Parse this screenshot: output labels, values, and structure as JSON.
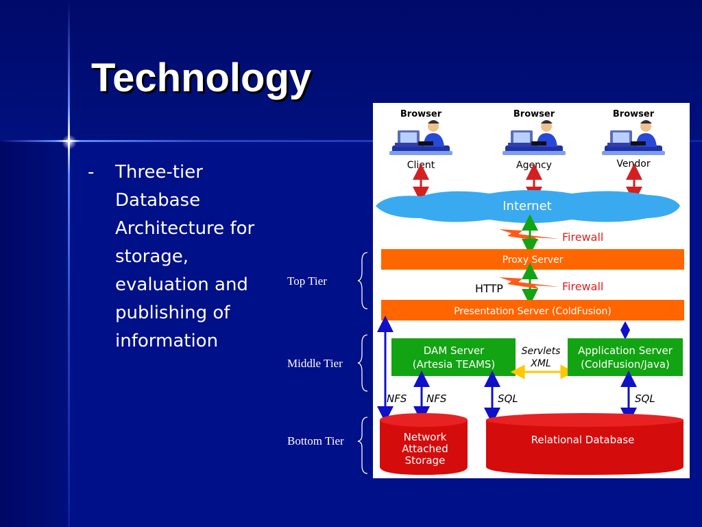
{
  "slide": {
    "title": "Technology",
    "bullet_marker": "-",
    "bullet_text": "Three-tier Database Architecture for storage, evaluation and publishing of information"
  },
  "tiers": {
    "top": "Top Tier",
    "middle": "Middle Tier",
    "bottom": "Bottom Tier"
  },
  "diagram": {
    "clients": [
      {
        "role": "Browser",
        "label": "Client"
      },
      {
        "role": "Browser",
        "label": "Agency"
      },
      {
        "role": "Browser",
        "label": "Vendor"
      }
    ],
    "internet": "Internet",
    "firewall_1": "Firewall",
    "proxy": "Proxy Server",
    "http": "HTTP",
    "firewall_2": "Firewall",
    "presentation": "Presentation Server (ColdFusion)",
    "dam_line1": "DAM Server",
    "dam_line2": "(Artesia TEAMS)",
    "servlets": "Servlets",
    "xml": "XML",
    "app_line1": "Application Server",
    "app_line2": "(ColdFusion/Java)",
    "nfs_1": "NFS",
    "nfs_2": "NFS",
    "sql_1": "SQL",
    "sql_2": "SQL",
    "nas_line1": "Network",
    "nas_line2": "Attached",
    "nas_line3": "Storage",
    "db": "Relational Database"
  },
  "colors": {
    "background": "#000c78",
    "orange": "#ff6600",
    "green": "#12a412",
    "red_db": "#d40c0c",
    "cloud": "#3aaaf0",
    "arrow_red": "#d42020",
    "arrow_blue": "#1010c8",
    "arrow_yellow": "#ffc800"
  },
  "icons": [
    "user-at-computer-icon",
    "firewall-lightning-icon"
  ]
}
